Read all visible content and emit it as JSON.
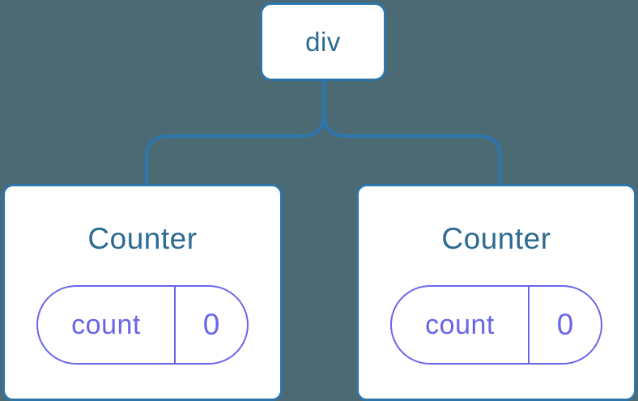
{
  "diagram": {
    "root_node": {
      "label": "div"
    },
    "children": [
      {
        "title": "Counter",
        "state_key": "count",
        "state_value": "0"
      },
      {
        "title": "Counter",
        "state_key": "count",
        "state_value": "0"
      }
    ],
    "colors": {
      "background": "#4C6A74",
      "node_border": "#2E76A9",
      "node_background": "#FFFFFF",
      "title_text": "#2D6B91",
      "state_accent": "#6965E9"
    }
  }
}
